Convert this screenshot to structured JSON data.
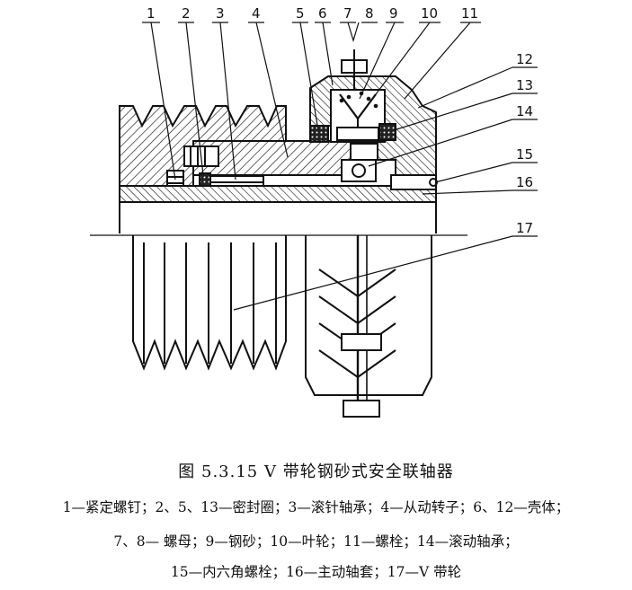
{
  "figure": {
    "title": "图 5.3.15   V 带轮钢砂式安全联轴器",
    "legend_lines": [
      "1—紧定螺钉；2、5、13—密封圈；3—滚针轴承；4—从动转子；6、12—壳体；",
      "7、8— 螺母；9—钢砂；10—叶轮；11—螺栓；14—滚动轴承；",
      "15—内六角螺栓；16—主动轴套；17—V 带轮"
    ]
  },
  "callouts": {
    "n1": "1",
    "n2": "2",
    "n3": "3",
    "n4": "4",
    "n5": "5",
    "n6": "6",
    "n7": "7",
    "n8": "8",
    "n9": "9",
    "n10": "10",
    "n11": "11",
    "n12": "12",
    "n13": "13",
    "n14": "14",
    "n15": "15",
    "n16": "16",
    "n17": "17"
  }
}
